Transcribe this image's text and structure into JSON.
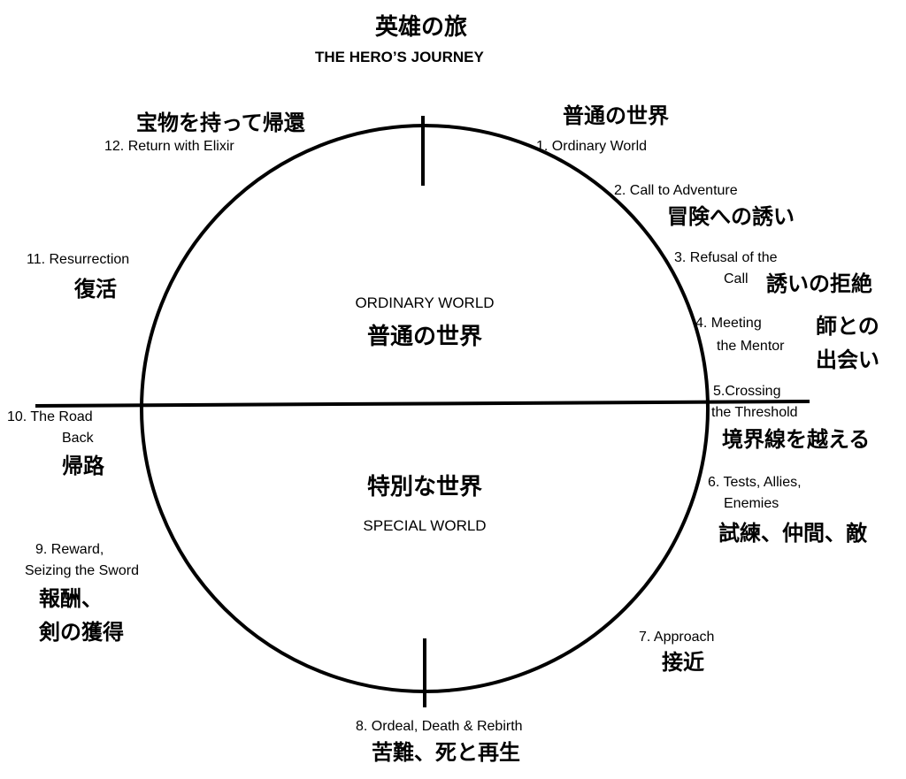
{
  "title": {
    "japanese": "英雄の旅",
    "english": "THE HERO’S JOURNEY"
  },
  "center": {
    "upper": {
      "english": "ORDINARY WORLD",
      "japanese": "普通の世界"
    },
    "lower": {
      "japanese": "特別な世界",
      "english": "SPECIAL WORLD"
    }
  },
  "stages": [
    {
      "label": "1.  Ordinary World",
      "japanese": "普通の世界"
    },
    {
      "label": "2. Call to Adventure",
      "japanese": "冒険への誘い"
    },
    {
      "label_line1": "3. Refusal of the",
      "label_line2": "Call",
      "japanese": "誘いの拒絶"
    },
    {
      "label_line1": "4. Meeting",
      "label_line2": "the Mentor",
      "japanese_line1": "師との",
      "japanese_line2": "出会い"
    },
    {
      "label_line1": "5.Crossing",
      "label_line2": "the Threshold",
      "japanese": "境界線を越える"
    },
    {
      "label_line1": "6. Tests, Allies,",
      "label_line2": "Enemies",
      "japanese": "試練、仲間、敵"
    },
    {
      "label": "7. Approach",
      "japanese": "接近"
    },
    {
      "label": "8. Ordeal, Death & Rebirth",
      "japanese": "苦難、死と再生"
    },
    {
      "label_line1": "9. Reward,",
      "label_line2": "Seizing the Sword",
      "japanese_line1": "報酬、",
      "japanese_line2": "剣の獲得"
    },
    {
      "label_line1": "10. The Road",
      "label_line2": "Back",
      "japanese": "帰路"
    },
    {
      "label": "11. Resurrection",
      "japanese": "復活"
    },
    {
      "label": "12. Return with Elixir",
      "japanese": "宝物を持って帰還"
    }
  ]
}
